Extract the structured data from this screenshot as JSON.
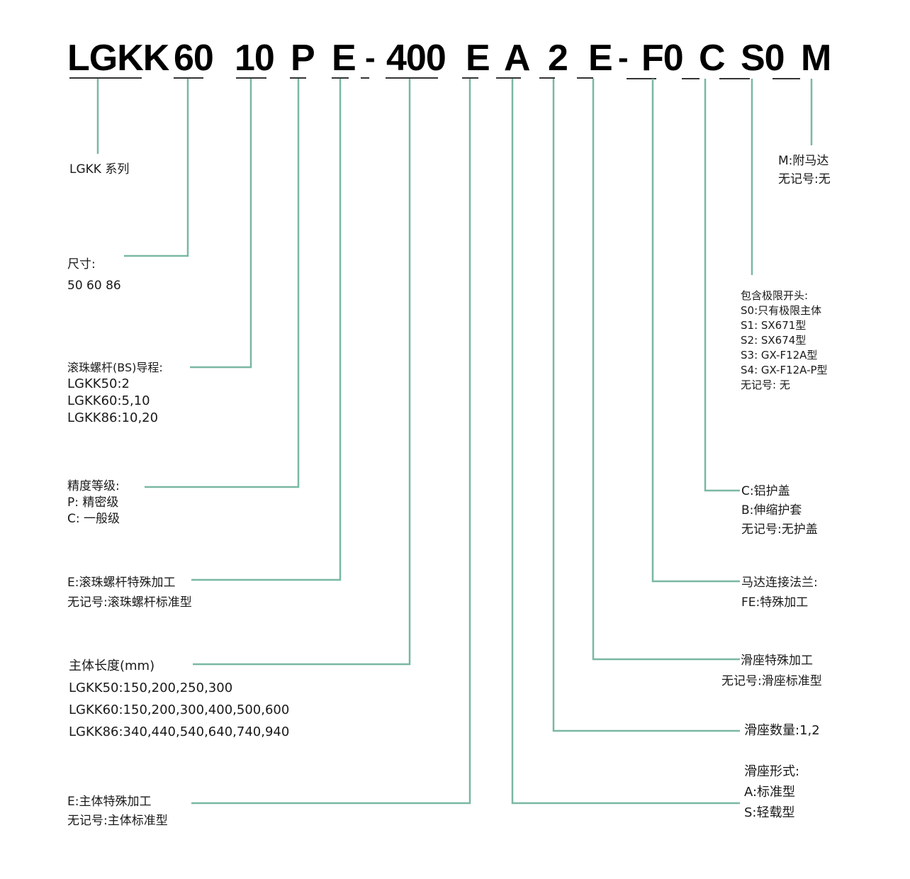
{
  "colors": {
    "line": "#79B8A3",
    "underline": "#333333",
    "text": "#1a1a1a"
  },
  "code": {
    "segments": [
      "LGKK",
      "60",
      "10",
      "P",
      "E",
      "400",
      "E",
      "A",
      "2",
      "E",
      "F0",
      "C",
      "S0",
      "M"
    ],
    "separators": [
      "-",
      "-"
    ]
  },
  "labels": {
    "series": {
      "lines": [
        "LGKK 系列"
      ]
    },
    "size": {
      "lines": [
        "尺寸:",
        "50 60 86"
      ]
    },
    "lead": {
      "lines": [
        "滚珠螺杆(BS)导程:",
        "LGKK50:2",
        "LGKK60:5,10",
        "LGKK86:10,20"
      ]
    },
    "precision": {
      "lines": [
        "精度等级:",
        "P:  精密级",
        "C:  一般级"
      ]
    },
    "screw_special": {
      "lines": [
        "E:滚珠螺杆特殊加工",
        "无记号:滚珠螺杆标准型"
      ]
    },
    "body_length": {
      "lines": [
        "主体长度(mm)",
        "LGKK50:150,200,250,300",
        "LGKK60:150,200,300,400,500,600",
        "LGKK86:340,440,540,640,740,940"
      ]
    },
    "body_special": {
      "lines": [
        "E:主体特殊加工",
        "无记号:主体标准型"
      ]
    },
    "motor": {
      "lines": [
        "M:附马达",
        "无记号:无"
      ]
    },
    "limit_switch": {
      "lines": [
        "包含极限开头:",
        "S0:只有极限主体",
        "S1: SX671型",
        "S2: SX674型",
        "S3: GX-F12A型",
        "S4: GX-F12A-P型",
        "无记号: 无"
      ]
    },
    "cover": {
      "lines": [
        "C:铝护盖",
        "B:伸缩护套",
        "无记号:无护盖"
      ]
    },
    "flange": {
      "lines": [
        "马达连接法兰:",
        "FE:特殊加工"
      ]
    },
    "slider_special": {
      "lines": [
        "滑座特殊加工",
        "无记号:滑座标准型"
      ]
    },
    "slider_count": {
      "lines": [
        "滑座数量:1,2"
      ]
    },
    "slider_type": {
      "lines": [
        "滑座形式:",
        "A:标准型",
        "S:轻载型"
      ]
    }
  }
}
